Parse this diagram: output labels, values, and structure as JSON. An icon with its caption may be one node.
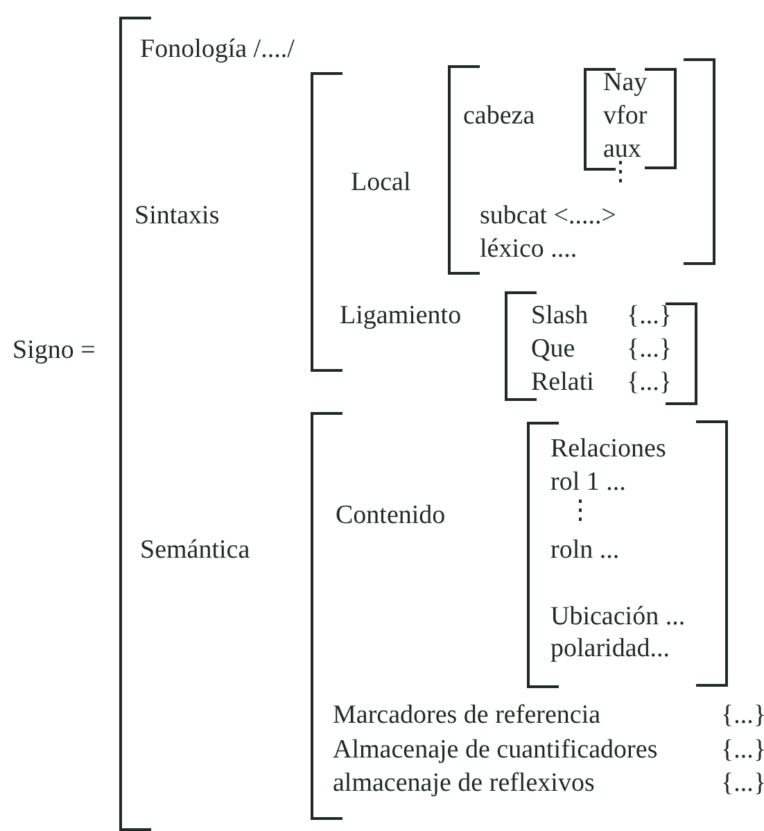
{
  "diagram": {
    "labels": [
      "Fonología /..../",
      "Sintaxis",
      "Local",
      "cabeza",
      "Nay",
      "vfor",
      "aux",
      "⋮",
      "subcat <.....>",
      "léxico ....",
      "Ligamiento",
      "Slash",
      "{...}",
      "Que",
      "{...}",
      "Relati",
      "{...}",
      "Signo =",
      "Semántica",
      "Contenido",
      "Relaciones",
      "rol 1 ...",
      "⋮",
      "roln ...",
      "Ubicación ...",
      "polaridad...",
      "Marcadores de referencia",
      "{...}",
      "Almacenaje de cuantificadores",
      "{...}",
      "almacenaje de reflexivos",
      "{...}"
    ]
  }
}
